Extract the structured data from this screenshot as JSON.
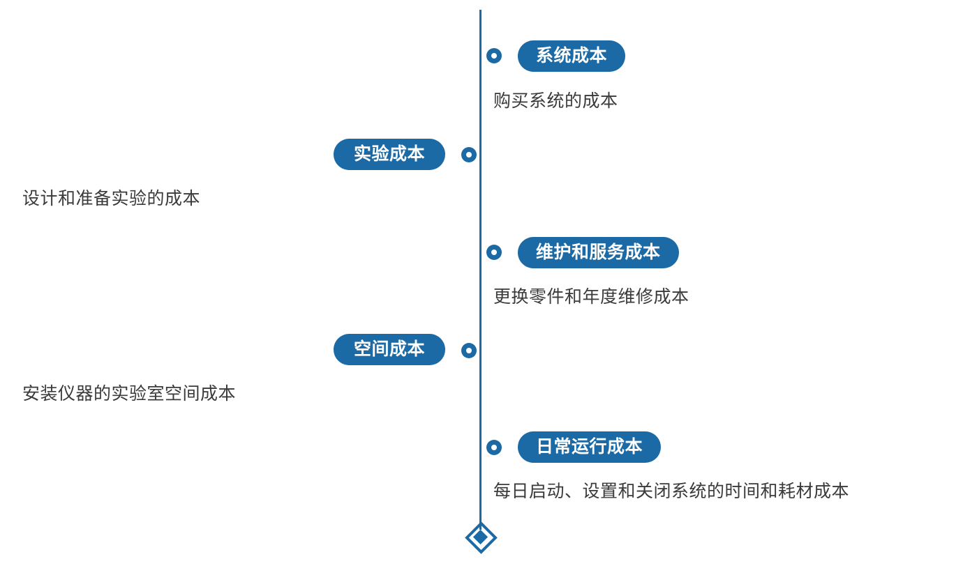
{
  "diagram": {
    "type": "vertical-timeline",
    "accent_color": "#1b6aa5",
    "text_color": "#3a3a3a",
    "background_color": "#ffffff",
    "axis": {
      "orientation": "vertical",
      "end_marker": "diamond"
    },
    "nodes": [
      {
        "id": "system-cost",
        "label": "系统成本",
        "description": "购买系统的成本",
        "side": "right"
      },
      {
        "id": "experiment-cost",
        "label": "实验成本",
        "description": "设计和准备实验的成本",
        "side": "left"
      },
      {
        "id": "maintenance-service-cost",
        "label": "维护和服务成本",
        "description": "更换零件和年度维修成本",
        "side": "right"
      },
      {
        "id": "space-cost",
        "label": "空间成本",
        "description": "安装仪器的实验室空间成本",
        "side": "left"
      },
      {
        "id": "daily-operation-cost",
        "label": "日常运行成本",
        "description": "每日启动、设置和关闭系统的时间和耗材成本",
        "side": "right"
      }
    ]
  }
}
